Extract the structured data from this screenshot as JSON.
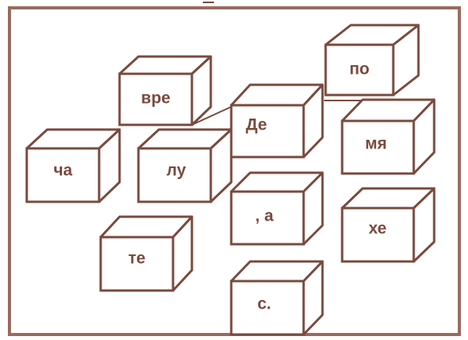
{
  "colors": {
    "ink": "#7a4a3e",
    "frame": "#9a6a5e",
    "paper": "#ffffff",
    "cube_face": "#ffffff"
  },
  "cubes": [
    {
      "label": "по"
    },
    {
      "label": "вре"
    },
    {
      "label": "Де"
    },
    {
      "label": "мя"
    },
    {
      "label": "ча"
    },
    {
      "label": "лу"
    },
    {
      "label": ", а"
    },
    {
      "label": "хе"
    },
    {
      "label": "те"
    },
    {
      "label": "с."
    }
  ]
}
